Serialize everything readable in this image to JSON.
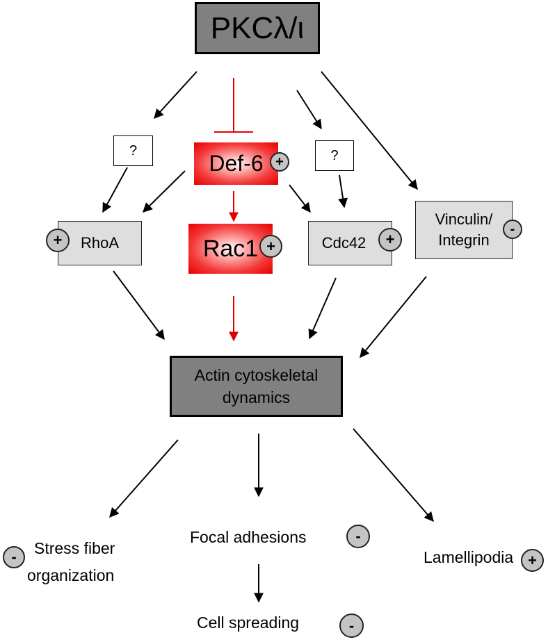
{
  "nodes": {
    "pkc": "PKCλ/ι",
    "question_left": "?",
    "question_right": "?",
    "def6": "Def-6",
    "rac1": "Rac1",
    "rhoa": "RhoA",
    "cdc42": "Cdc42",
    "vinculin_line1": "Vinculin/",
    "vinculin_line2": "Integrin",
    "actin_line1": "Actin cytoskeletal",
    "actin_line2": "dynamics"
  },
  "outcomes": {
    "stress_line1": "Stress fiber",
    "stress_line2": "organization",
    "focal": "Focal adhesions",
    "lamellipodia": "Lamellipodia",
    "cell_spreading": "Cell spreading"
  },
  "signs": {
    "def6": "+",
    "rac1": "+",
    "rhoa": "+",
    "cdc42": "+",
    "vinculin": "-",
    "stress": "-",
    "focal": "-",
    "lamellipodia": "+",
    "cell_spreading": "-"
  },
  "colors": {
    "arrow": "#000000",
    "inhibitory_arrow": "#e00000",
    "dark_box": "#808080",
    "light_box": "#dedede",
    "sign_circle": "#c4c4c4"
  }
}
